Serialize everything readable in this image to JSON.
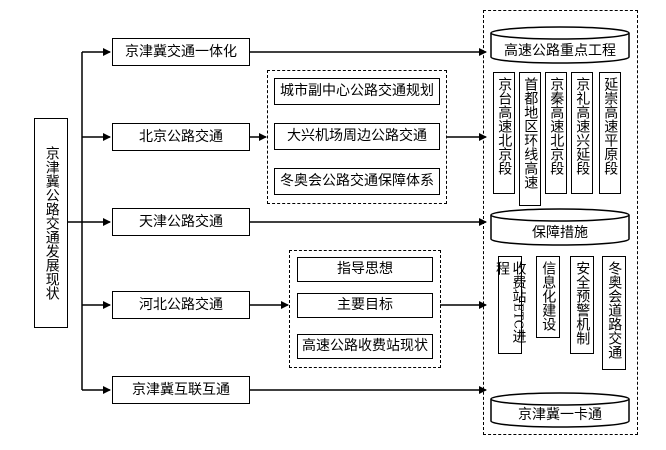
{
  "root": {
    "label": "京津冀公路交通发展现状"
  },
  "branches": [
    "京津冀交通一体化",
    "北京公路交通",
    "天津公路交通",
    "河北公路交通",
    "京津冀互联互通"
  ],
  "beijing_items": [
    "城市副中心公路交通规划",
    "大兴机场周边公路交通",
    "冬奥会公路交通保障体系"
  ],
  "hebei_items": [
    "指导思想",
    "主要目标",
    "高速公路收费站现状"
  ],
  "key_projects": {
    "title": "高速公路重点工程",
    "items": [
      "京台高速北京段",
      "首都地区环线高速",
      "京秦高速北京段",
      "京礼高速兴延段",
      "延崇高速平原段"
    ]
  },
  "guarantee": {
    "title": "保障措施",
    "items": [
      {
        "pre": "收费站",
        "latin": "ETC",
        "post": "进程"
      },
      {
        "pre": "信息化建设",
        "latin": "",
        "post": ""
      },
      {
        "pre": "安全预警机制",
        "latin": "",
        "post": ""
      },
      {
        "pre": "冬奥会道路交通",
        "latin": "",
        "post": ""
      }
    ]
  },
  "card": {
    "title": "京津冀一卡通"
  }
}
